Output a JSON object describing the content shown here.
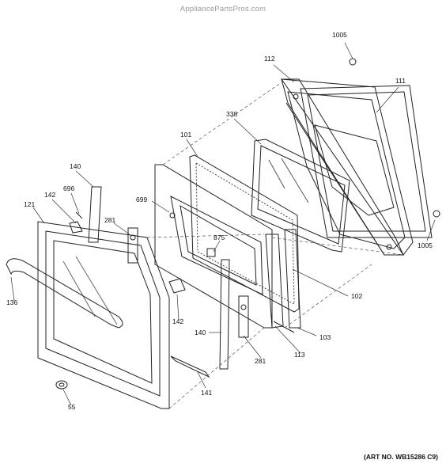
{
  "watermark": "AppliancePartsPros.com",
  "art_number": "(ART NO. WB15286 C9)",
  "callouts": {
    "c1005_top": "1005",
    "c112": "112",
    "c111": "111",
    "c338": "338",
    "c101": "101",
    "c699": "699",
    "c140_top": "140",
    "c696": "696",
    "c142_top": "142",
    "c121": "121",
    "c281_top": "281",
    "c875": "875",
    "c1005_right": "1005",
    "c136": "136",
    "c142_bottom": "142",
    "c140_bottom": "140",
    "c102": "102",
    "c103": "103",
    "c113": "113",
    "c281_bottom": "281",
    "c141": "141",
    "c55": "55"
  }
}
